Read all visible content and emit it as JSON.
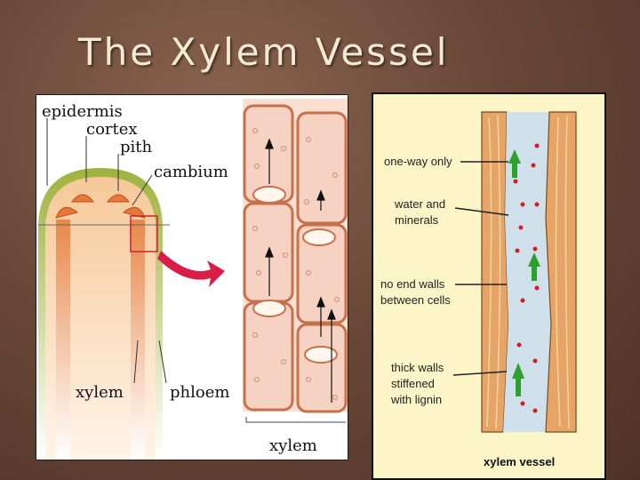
{
  "slide": {
    "title": "The Xylem Vessel"
  },
  "left_diagram": {
    "labels": {
      "epidermis": "epidermis",
      "cortex": "cortex",
      "pith": "pith",
      "cambium": "cambium",
      "xylem": "xylem",
      "phloem": "phloem",
      "xylem_bottom": "xylem"
    }
  },
  "right_diagram": {
    "labels": {
      "one_way_line1": "one-way only",
      "water_line1": "water and",
      "water_line2": "minerals",
      "no_end_line1": "no end walls",
      "no_end_line2": "between cells",
      "thick_line1": "thick walls",
      "thick_line2": "stiffened",
      "thick_line3": "with lignin",
      "caption": "xylem vessel"
    }
  },
  "colors": {
    "background": "#6a4838",
    "title": "#f6ead2",
    "tissue": "#f0a070",
    "vessel_wall": "#e0a060",
    "vessel_lumen": "#cfe0ea",
    "arrow_green": "#2ea02e",
    "red_dot": "#d02020",
    "pointer_arrow": "#d81e48"
  }
}
